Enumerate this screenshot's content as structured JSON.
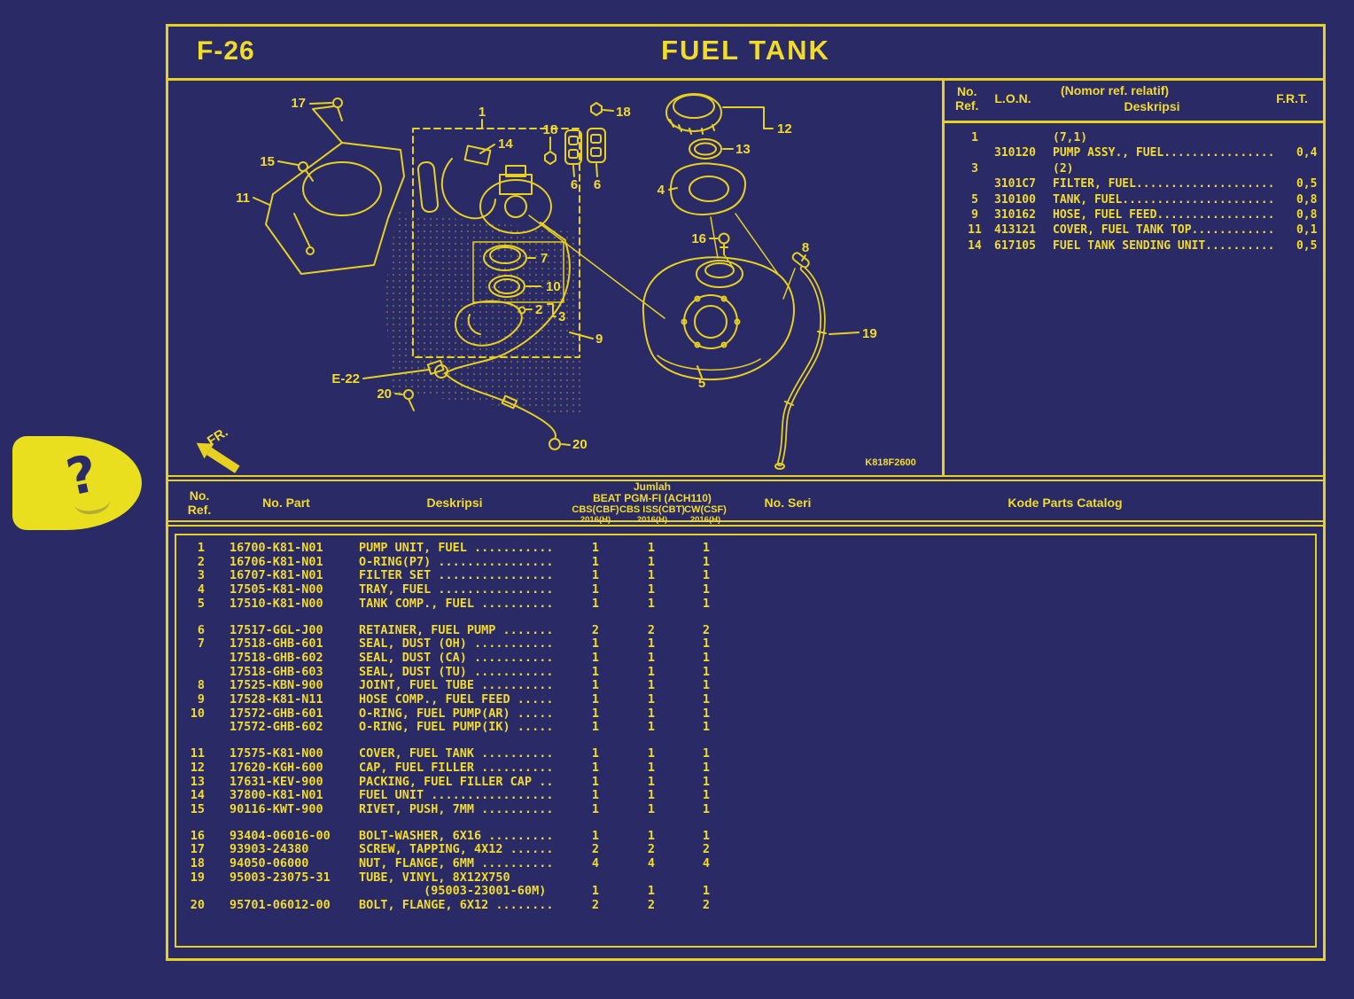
{
  "page": {
    "code": "F-26",
    "title": "FUEL TANK"
  },
  "help_tab": {
    "question_mark": "?"
  },
  "diagram": {
    "callouts": {
      "c17": "17",
      "c15": "15",
      "c11": "11",
      "c1": "1",
      "c14": "14",
      "c18a": "18",
      "c18b": "18",
      "c6a": "6",
      "c6b": "6",
      "c12": "12",
      "c13": "13",
      "c4": "4",
      "c16": "16",
      "c8": "8",
      "c7": "7",
      "c10": "10",
      "c2": "2",
      "c3": "3",
      "c9": "9",
      "c5": "5",
      "c19": "19",
      "e22": "E-22",
      "c20a": "20",
      "c20b": "20",
      "fr": "FR.",
      "code": "K818F2600"
    }
  },
  "lon_table": {
    "headers": {
      "no": "No.",
      "ref": "Ref.",
      "lon": "L.O.N.",
      "nomor": "(Nomor ref. relatif)",
      "deskripsi": "Deskripsi",
      "frt": "F.R.T."
    },
    "rows": [
      {
        "ref": "1",
        "lon": "",
        "desc": "(7,1)",
        "frt": ""
      },
      {
        "ref": "",
        "lon": "310120",
        "desc": "PUMP ASSY., FUEL................",
        "frt": "0,4"
      },
      {
        "ref": "3",
        "lon": "",
        "desc": "(2)",
        "frt": ""
      },
      {
        "ref": "",
        "lon": "3101C7",
        "desc": "FILTER, FUEL....................",
        "frt": "0,5"
      },
      {
        "ref": "5",
        "lon": "310100",
        "desc": "TANK, FUEL......................",
        "frt": "0,8"
      },
      {
        "ref": "9",
        "lon": "310162",
        "desc": "HOSE, FUEL FEED.................",
        "frt": "0,8"
      },
      {
        "ref": "11",
        "lon": "413121",
        "desc": "COVER, FUEL TANK TOP............",
        "frt": "0,1"
      },
      {
        "ref": "14",
        "lon": "617105",
        "desc": "FUEL TANK SENDING UNIT..........",
        "frt": "0,5"
      }
    ]
  },
  "parts_table": {
    "headers": {
      "no": "No.",
      "ref": "Ref.",
      "part": "No. Part",
      "deskripsi": "Deskripsi",
      "jumlah": "Jumlah",
      "model": "BEAT PGM-FI (ACH110)",
      "col1": "CBS(CBF)",
      "col1_year": "2016(H)",
      "col2": "CBS ISS(CBT)",
      "col2_year": "2016(H)",
      "col3": "CW(CSF)",
      "col3_year": "2016(H)",
      "seri": "No. Seri",
      "kode": "Kode Parts Catalog"
    },
    "rows": [
      {
        "ref": "1",
        "part": "16700-K81-N01",
        "desc": "PUMP UNIT, FUEL ...........",
        "q1": "1",
        "q2": "1",
        "q3": "1"
      },
      {
        "ref": "2",
        "part": "16706-K81-N01",
        "desc": "O-RING(P7) ................",
        "q1": "1",
        "q2": "1",
        "q3": "1"
      },
      {
        "ref": "3",
        "part": "16707-K81-N01",
        "desc": "FILTER SET ................",
        "q1": "1",
        "q2": "1",
        "q3": "1"
      },
      {
        "ref": "4",
        "part": "17505-K81-N00",
        "desc": "TRAY, FUEL ................",
        "q1": "1",
        "q2": "1",
        "q3": "1"
      },
      {
        "ref": "5",
        "part": "17510-K81-N00",
        "desc": "TANK COMP., FUEL ..........",
        "q1": "1",
        "q2": "1",
        "q3": "1"
      },
      {
        "gap": true
      },
      {
        "ref": "6",
        "part": "17517-GGL-J00",
        "desc": "RETAINER, FUEL PUMP .......",
        "q1": "2",
        "q2": "2",
        "q3": "2"
      },
      {
        "ref": "7",
        "part": "17518-GHB-601",
        "desc": "SEAL, DUST (OH) ...........",
        "q1": "1",
        "q2": "1",
        "q3": "1"
      },
      {
        "ref": "",
        "part": "17518-GHB-602",
        "desc": "SEAL, DUST (CA) ...........",
        "q1": "1",
        "q2": "1",
        "q3": "1"
      },
      {
        "ref": "",
        "part": "17518-GHB-603",
        "desc": "SEAL, DUST (TU) ...........",
        "q1": "1",
        "q2": "1",
        "q3": "1"
      },
      {
        "ref": "8",
        "part": "17525-KBN-900",
        "desc": "JOINT, FUEL TUBE ..........",
        "q1": "1",
        "q2": "1",
        "q3": "1"
      },
      {
        "ref": "9",
        "part": "17528-K81-N11",
        "desc": "HOSE COMP., FUEL FEED .....",
        "q1": "1",
        "q2": "1",
        "q3": "1"
      },
      {
        "ref": "10",
        "part": "17572-GHB-601",
        "desc": "O-RING, FUEL PUMP(AR) .....",
        "q1": "1",
        "q2": "1",
        "q3": "1"
      },
      {
        "ref": "",
        "part": "17572-GHB-602",
        "desc": "O-RING, FUEL PUMP(IK) .....",
        "q1": "1",
        "q2": "1",
        "q3": "1"
      },
      {
        "gap": true
      },
      {
        "ref": "11",
        "part": "17575-K81-N00",
        "desc": "COVER, FUEL TANK ..........",
        "q1": "1",
        "q2": "1",
        "q3": "1"
      },
      {
        "ref": "12",
        "part": "17620-KGH-600",
        "desc": "CAP, FUEL FILLER ..........",
        "q1": "1",
        "q2": "1",
        "q3": "1"
      },
      {
        "ref": "13",
        "part": "17631-KEV-900",
        "desc": "PACKING, FUEL FILLER CAP ..",
        "q1": "1",
        "q2": "1",
        "q3": "1"
      },
      {
        "ref": "14",
        "part": "37800-K81-N01",
        "desc": "FUEL UNIT .................",
        "q1": "1",
        "q2": "1",
        "q3": "1"
      },
      {
        "ref": "15",
        "part": "90116-KWT-900",
        "desc": "RIVET, PUSH, 7MM ..........",
        "q1": "1",
        "q2": "1",
        "q3": "1"
      },
      {
        "gap": true
      },
      {
        "ref": "16",
        "part": "93404-06016-00",
        "desc": "BOLT-WASHER, 6X16 .........",
        "q1": "1",
        "q2": "1",
        "q3": "1"
      },
      {
        "ref": "17",
        "part": "93903-24380",
        "desc": "SCREW, TAPPING, 4X12 ......",
        "q1": "2",
        "q2": "2",
        "q3": "2"
      },
      {
        "ref": "18",
        "part": "94050-06000",
        "desc": "NUT, FLANGE, 6MM ..........",
        "q1": "4",
        "q2": "4",
        "q3": "4"
      },
      {
        "ref": "19",
        "part": "95003-23075-31",
        "desc": "TUBE, VINYL, 8X12X750",
        "q1": "",
        "q2": "",
        "q3": ""
      },
      {
        "ref": "",
        "part": "",
        "desc": "         (95003-23001-60M)",
        "q1": "1",
        "q2": "1",
        "q3": "1"
      },
      {
        "ref": "20",
        "part": "95701-06012-00",
        "desc": "BOLT, FLANGE, 6X12 ........",
        "q1": "2",
        "q2": "2",
        "q3": "2"
      }
    ]
  },
  "colors": {
    "background": "#2a2a67",
    "line_yellow": "#e7d01f",
    "text_yellow": "#f2dc28"
  }
}
